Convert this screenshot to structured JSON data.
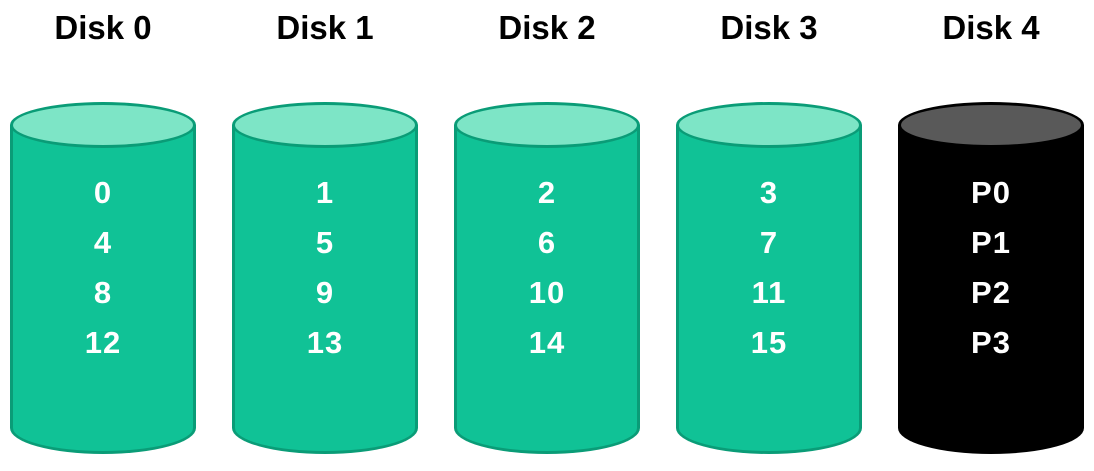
{
  "colors": {
    "data_top": "#7de5c6",
    "data_body": "#10c296",
    "data_border": "#0a9c77",
    "parity_top": "#595959",
    "parity_body": "#000000",
    "parity_border": "#000000",
    "block_text": "#ffffff",
    "label_text": "#000000"
  },
  "disks": [
    {
      "label": "Disk 0",
      "type": "data",
      "blocks": [
        "0",
        "4",
        "8",
        "12"
      ]
    },
    {
      "label": "Disk 1",
      "type": "data",
      "blocks": [
        "1",
        "5",
        "9",
        "13"
      ]
    },
    {
      "label": "Disk 2",
      "type": "data",
      "blocks": [
        "2",
        "6",
        "10",
        "14"
      ]
    },
    {
      "label": "Disk 3",
      "type": "data",
      "blocks": [
        "3",
        "7",
        "11",
        "15"
      ]
    },
    {
      "label": "Disk 4",
      "type": "parity",
      "blocks": [
        "P0",
        "P1",
        "P2",
        "P3"
      ]
    }
  ]
}
